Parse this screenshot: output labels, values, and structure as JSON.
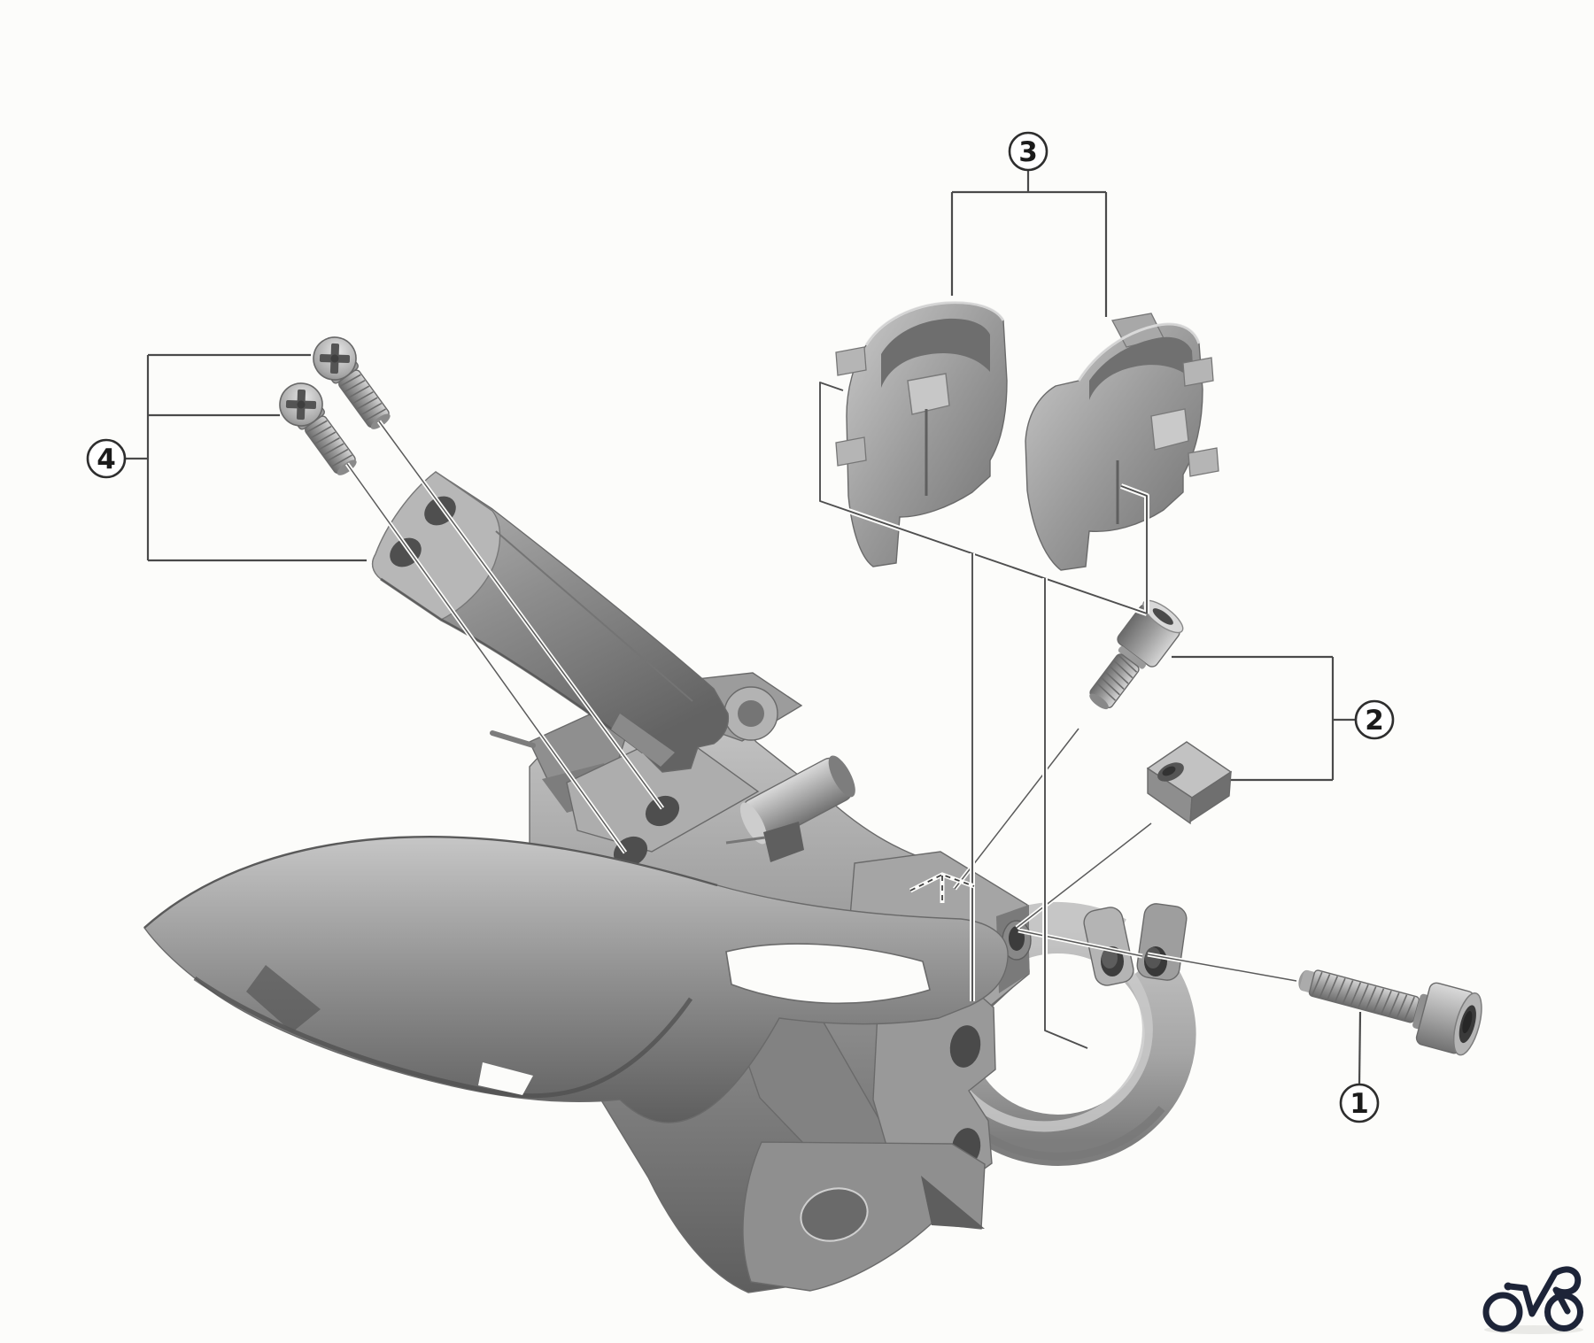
{
  "diagram": {
    "kind": "exploded-parts-diagram",
    "subject": "bicycle front derailleur with clamp band, clamp spacers, fixing bolts and bracket"
  },
  "callouts": {
    "c1": {
      "label": "1"
    },
    "c2": {
      "label": "2"
    },
    "c3": {
      "label": "3"
    },
    "c4": {
      "label": "4"
    }
  },
  "icons": {
    "bottom_right_logo": "bicycle-logo-icon"
  },
  "colors": {
    "background": "#fcfcfa",
    "leader_line": "#4a4a4a",
    "callout_stroke": "#2e2e2e",
    "callout_number": "#1b1b1b",
    "part_light": "#d6d6d6",
    "part_mid": "#9b9b9b",
    "part_dark": "#5a5a5a",
    "logo_navy": "#1d2438"
  }
}
